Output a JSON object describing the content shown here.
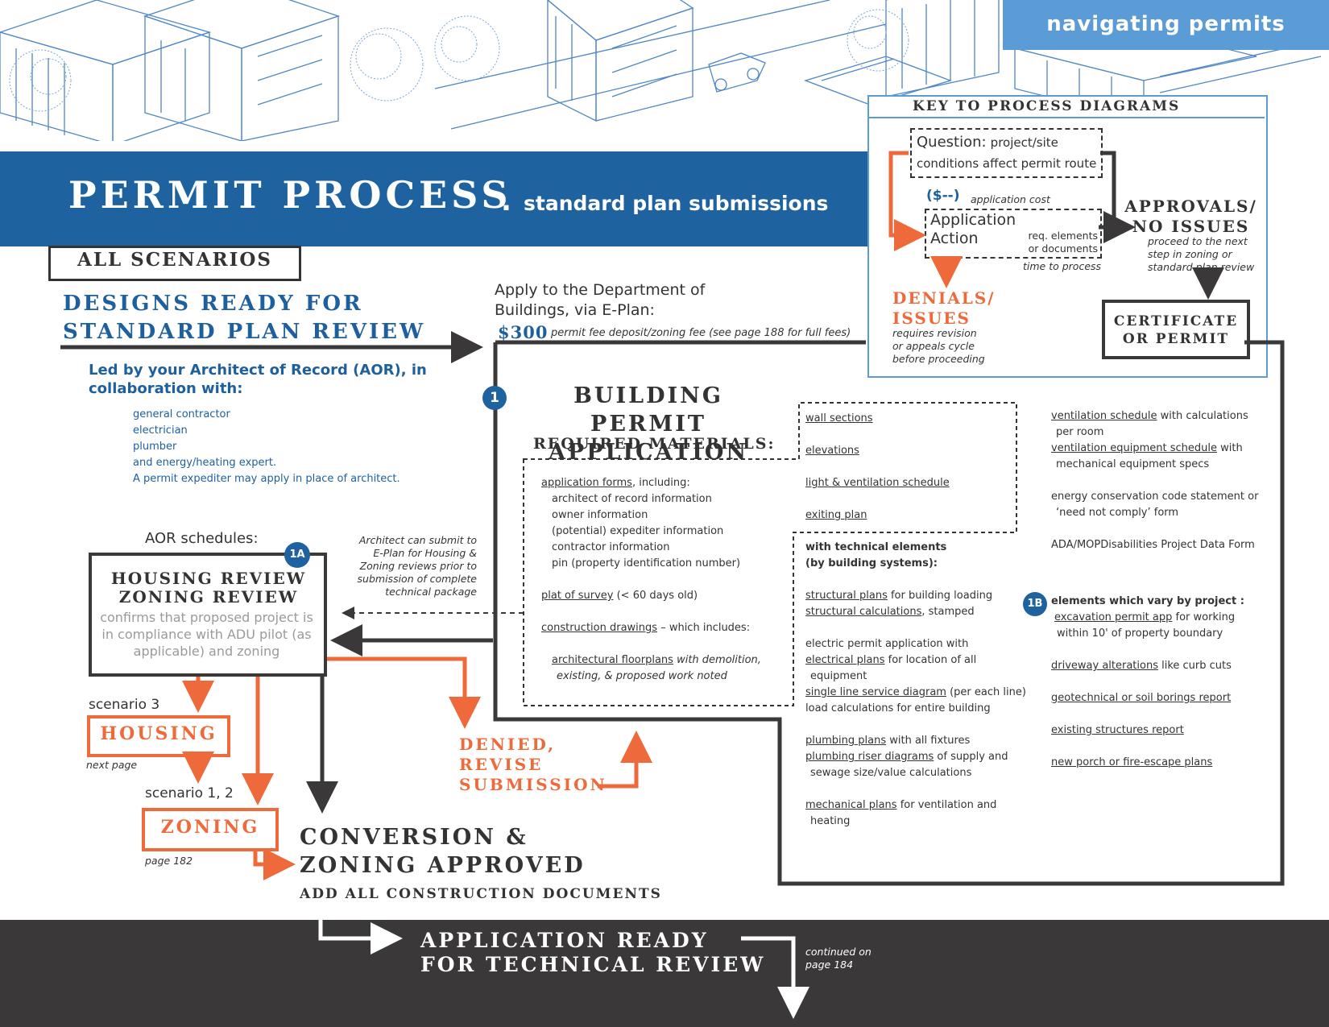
{
  "header": {
    "tab_label": "navigating permits"
  },
  "title": {
    "main": "PERMIT PROCESS",
    "dot": ".",
    "sub": "standard plan submissions"
  },
  "all_scenarios": "ALL SCENARIOS",
  "designs": {
    "line1": "DESIGNS READY FOR",
    "line2": "STANDARD PLAN REVIEW",
    "led_by": "Led by your Architect of Record (AOR), in collaboration with:",
    "collaborators": [
      "general contractor",
      "electrician",
      "plumber",
      "and energy/heating expert.",
      "A permit expediter may apply in place of architect."
    ]
  },
  "apply": {
    "text": "Apply to the Department of Buildings, via E-Plan:",
    "fee": "$300",
    "fee_note": "permit fee deposit/zoning fee (see page 188 for full fees)"
  },
  "key": {
    "title": "KEY TO PROCESS DIAGRAMS",
    "question_bold": "Question:",
    "question_rest1": "project/site",
    "question_rest2": "conditions affect permit route",
    "cost_tag": "($--)",
    "cost_label": "application cost",
    "action1": "Application",
    "action2": "Action",
    "req1": "req. elements",
    "req2": "or documents",
    "time": "time to process",
    "approvals1": "APPROVALS/",
    "approvals2": "NO ISSUES",
    "approvals_note": [
      "proceed to the next",
      "step in zoning or",
      "standard plan review"
    ],
    "denials1": "DENIALS/",
    "denials2": "ISSUES",
    "denials_note": [
      "requires revision",
      "or appeals cycle",
      "before proceeding"
    ],
    "certificate1": "CERTIFICATE",
    "certificate2": "OR PERMIT"
  },
  "step1": {
    "badge": "1",
    "title1": "BUILDING PERMIT",
    "title2": "APPLICATION",
    "subtitle": "REQUIRED MATERIALS:"
  },
  "materials_left": {
    "app_forms": "application forms",
    "app_forms_rest": ", including:",
    "app_items": [
      "architect of record information",
      "owner information",
      "(potential) expediter information",
      "contractor information",
      "pin (property identification number)"
    ],
    "plat": "plat of survey",
    "plat_rest": " (< 60 days old)",
    "construction": "construction drawings",
    "construction_rest": " – which includes:",
    "floorplans": "architectural floorplans",
    "floorplans_rest": " with demolition,",
    "floorplans_rest2": "existing, & proposed work noted"
  },
  "materials_mid_top": [
    "wall sections",
    "elevations",
    "light & ventilation schedule",
    "exiting plan"
  ],
  "materials_mid": {
    "tech1": "with technical elements",
    "tech2": "(by building systems):",
    "structural_plans": "structural plans",
    "structural_plans_rest": " for building loading",
    "structural_calc": "structural calculations",
    "structural_calc_rest": ", stamped",
    "electric1": "electric permit application with",
    "electrical_plans": "electrical plans",
    "electrical_plans_rest": " for location of all",
    "equipment": "equipment",
    "single_line": "single line service diagram",
    "single_line_rest": " (per each line)",
    "load_calc": "load calculations for entire building",
    "plumbing_plans": "plumbing plans",
    "plumbing_plans_rest": " with all fixtures",
    "riser": "plumbing riser diagrams",
    "riser_rest": " of supply and",
    "sewage": "sewage size/value calculations",
    "mech": "mechanical plans",
    "mech_rest": " for ventilation and",
    "heating": "heating"
  },
  "materials_right": {
    "vent_sched": "ventilation schedule",
    "vent_sched_rest": " with calculations",
    "per_room": "per room",
    "vent_equip": "ventilation equipment schedule",
    "vent_equip_rest": " with",
    "mech_specs": "mechanical equipment specs",
    "energy1": "energy conservation code statement or",
    "energy2": "‘need not comply’ form",
    "ada": "ADA/MOPDisabilities Project Data Form",
    "badge_1b": "1B",
    "vary": "elements which vary by project :",
    "excavation": "excavation permit app",
    "excavation_rest": " for working",
    "within": "within 10' of property boundary",
    "driveway": "driveway alterations",
    "driveway_rest": " like curb cuts",
    "geotech": "geotechnical or soil borings report",
    "existing": "existing structures report",
    "porch": "new porch or fire-escape plans"
  },
  "aor": {
    "schedules": "AOR schedules:",
    "badge": "1A",
    "title1": "HOUSING REVIEW",
    "title2": "ZONING REVIEW",
    "desc": "confirms that proposed project is in compliance with ADU pilot (as applicable) and zoning",
    "submit_note": [
      "Architect can submit to",
      "E-Plan for Housing &",
      "Zoning reviews prior to",
      "submission of complete",
      "technical package"
    ]
  },
  "scenarios": {
    "s3": "scenario 3",
    "housing": "HOUSING",
    "next_page": "next page",
    "s12": "scenario 1, 2",
    "zoning": "ZONING",
    "page182": "page 182"
  },
  "denied": [
    "DENIED,",
    "REVISE",
    "SUBMISSION"
  ],
  "approved": {
    "line1": "CONVERSION &",
    "line2": "ZONING APPROVED",
    "sub": "ADD ALL CONSTRUCTION DOCUMENTS"
  },
  "footer": {
    "ready1": "APPLICATION READY",
    "ready2": "FOR TECHNICAL REVIEW",
    "continued1": "continued on",
    "continued2": "page 184"
  },
  "colors": {
    "blue": "#1e62a0",
    "light_blue": "#5b9bd6",
    "orange": "#ee6a3a",
    "dark": "#3a3838"
  }
}
